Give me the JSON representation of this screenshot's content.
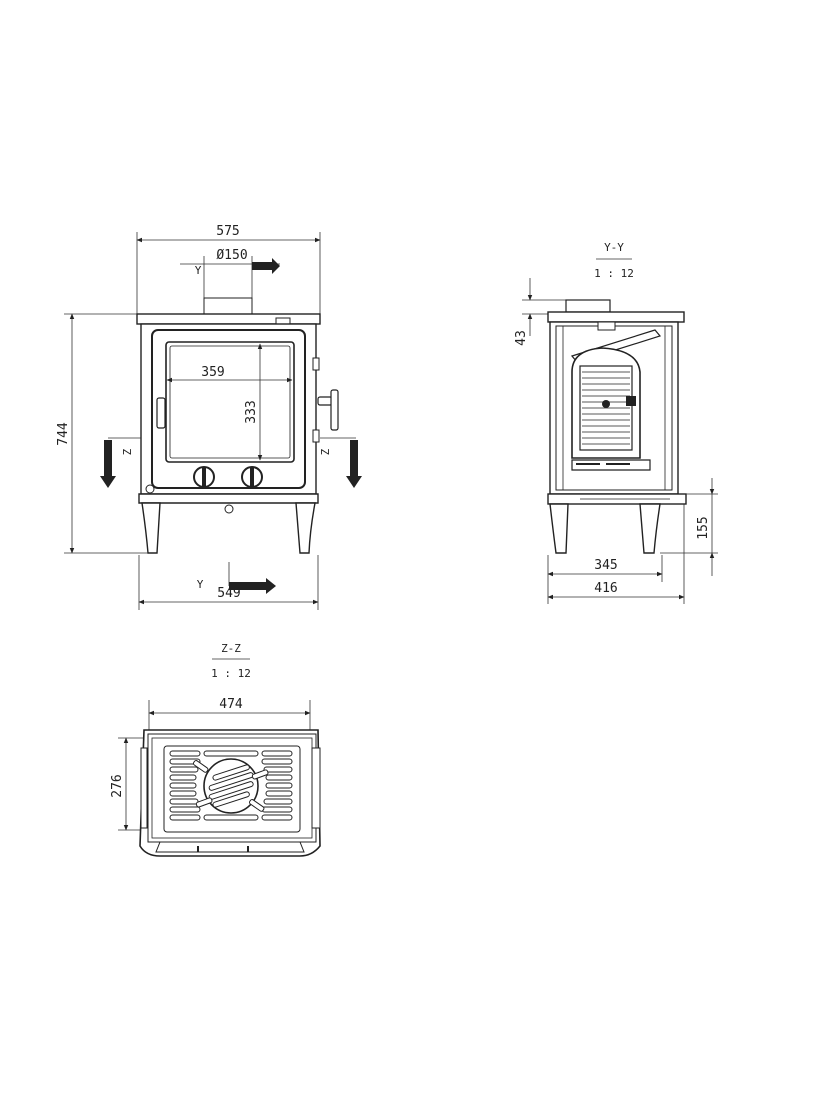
{
  "front_view": {
    "width_top": "575",
    "flue_diameter": "Ø150",
    "height_total": "744",
    "glass_width": "359",
    "glass_height": "333",
    "width_bottom": "549",
    "section_y_label": "Y",
    "section_y_label_bottom": "Y",
    "section_z_left": "Z",
    "section_z_right": "Z"
  },
  "section_y": {
    "title": "Y-Y",
    "scale": "1 : 12",
    "top_dim": "43",
    "leg_height": "155",
    "depth_inner": "345",
    "depth_total": "416"
  },
  "section_z": {
    "title": "Z-Z",
    "scale": "1 : 12",
    "grate_width": "474",
    "grate_depth": "276"
  }
}
